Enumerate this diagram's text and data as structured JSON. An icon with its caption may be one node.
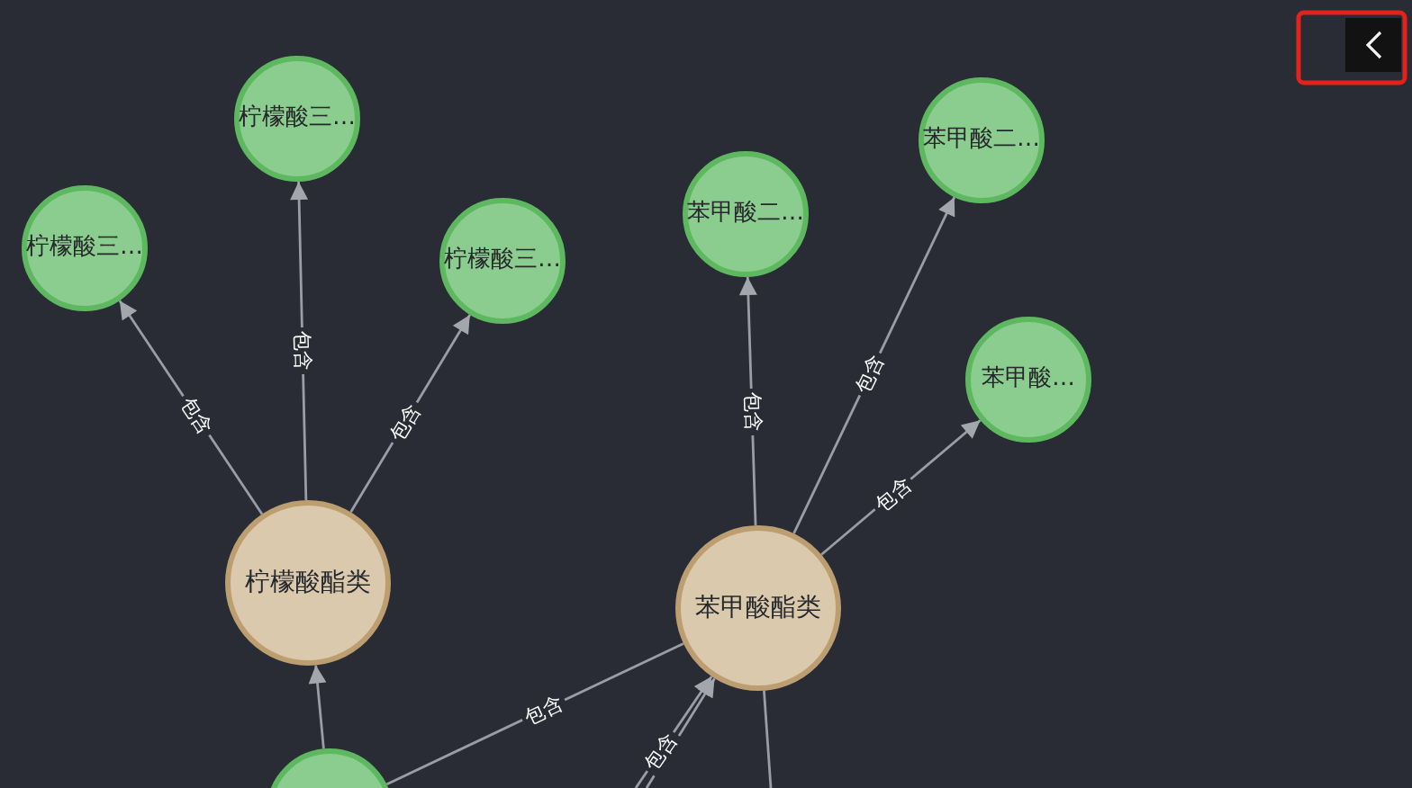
{
  "diagram": {
    "nodes": [
      {
        "text": [
          "柠檬酸酯类"
        ]
      },
      {
        "text": [
          "柠檬酸三…"
        ]
      },
      {
        "text": [
          "柠檬酸三…"
        ]
      },
      {
        "text": [
          "柠檬酸三…"
        ]
      },
      {
        "text": [
          "苯甲酸酯类"
        ]
      },
      {
        "text": [
          "苯甲酸二…"
        ]
      },
      {
        "text": [
          "苯甲酸二…"
        ]
      },
      {
        "text": [
          "苯甲酸…"
        ]
      },
      {
        "text": [],
        "shape": "circle"
      }
    ],
    "edges": [
      {
        "from": 0,
        "to": 1,
        "arrow": "to",
        "label": "包含"
      },
      {
        "from": 0,
        "to": 2,
        "arrow": "to",
        "label": "包含"
      },
      {
        "from": 0,
        "to": 3,
        "arrow": "to",
        "label": "包含"
      },
      {
        "from": 4,
        "to": 5,
        "arrow": "to",
        "label": "包含"
      },
      {
        "from": 4,
        "to": 6,
        "arrow": "to",
        "label": "包含"
      },
      {
        "from": 4,
        "to": 7,
        "arrow": "to",
        "label": "包含"
      },
      {
        "from": 8,
        "to": 0,
        "arrow": "to"
      },
      {
        "from": 8,
        "to": 4,
        "arrow": "none",
        "label": "包含"
      },
      {
        "from": null,
        "to": 4,
        "arrow": "to",
        "label": "包含"
      },
      {
        "from": null,
        "to": 4,
        "arrow": "to"
      },
      {
        "from": 4,
        "to": null,
        "arrow": "none"
      }
    ]
  }
}
